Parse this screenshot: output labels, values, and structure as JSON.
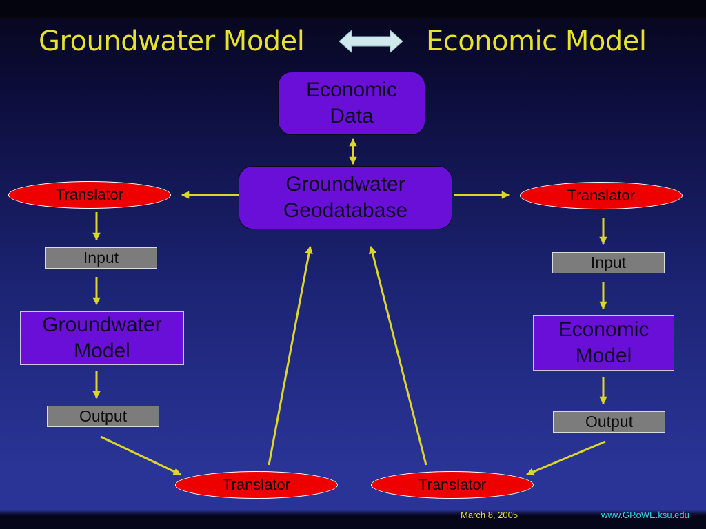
{
  "header": {
    "left_title": "Groundwater Model",
    "right_title": "Economic Model"
  },
  "nodes": {
    "economic_data": [
      "Economic",
      "Data"
    ],
    "groundwater_geodatabase": [
      "Groundwater",
      "Geodatabase"
    ],
    "translator_left": "Translator",
    "translator_right": "Translator",
    "input_left": "Input",
    "input_right": "Input",
    "groundwater_model": [
      "Groundwater",
      "Model"
    ],
    "economic_model": [
      "Economic",
      "Model"
    ],
    "output_left": "Output",
    "output_right": "Output",
    "translator_bottom_left": "Translator",
    "translator_bottom_right": "Translator"
  },
  "footer": {
    "date": "March 8, 2005",
    "url": "www.GRoWE.ksu.edu"
  },
  "colors": {
    "title": "#e6e22e",
    "arrow": "#dcd62a",
    "box_fill": "#6a0fd8",
    "ellipse_fill": "#ee0000",
    "io_box_fill": "#7c7c7c",
    "link": "#3ad0e8"
  }
}
